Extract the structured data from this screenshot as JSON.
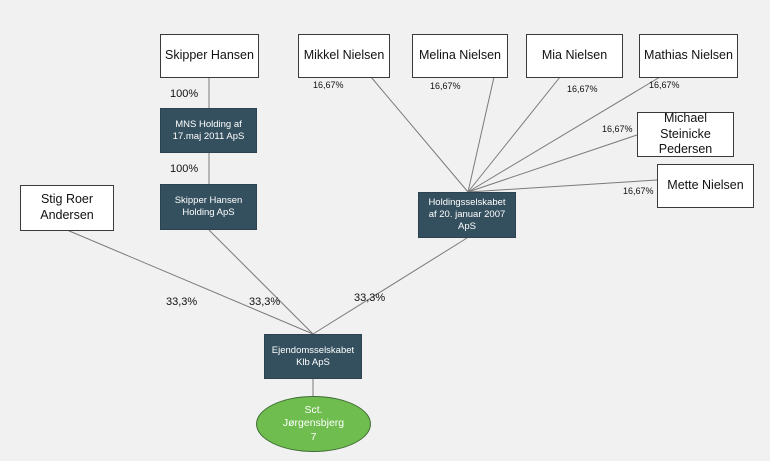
{
  "people": {
    "skipper_hansen": "Skipper Hansen",
    "mikkel_nielsen": "Mikkel Nielsen",
    "melina_nielsen": "Melina Nielsen",
    "mia_nielsen": "Mia Nielsen",
    "mathias_nielsen": "Mathias Nielsen",
    "michael_pedersen": "Michael\nSteinicke\nPedersen",
    "mette_nielsen": "Mette Nielsen",
    "stig_andersen": "Stig Roer\nAndersen"
  },
  "companies": {
    "mns_holding": "MNS Holding af\n17.maj 2011 ApS",
    "skipper_holding": "Skipper Hansen\nHolding ApS",
    "holdingselskabet": "Holdingsselskabet\naf 20. januar 2007\nApS",
    "ejendomsselskabet": "Ejendomsselskabet\nKlb ApS"
  },
  "property": {
    "label": "Sct.\nJørgensbjerg\n7"
  },
  "ownership": {
    "skipper_to_mns": "100%",
    "mns_to_skipper_holding": "100%",
    "mikkel": "16,67%",
    "melina": "16,67%",
    "mia": "16,67%",
    "mathias": "16,67%",
    "michael": "16,67%",
    "mette": "16,67%",
    "stig": "33,3%",
    "skipper_holding": "33,3%",
    "holdingselskabet": "33,3%"
  },
  "colors": {
    "company_fill": "#34505f",
    "property_fill": "#6fbd4f",
    "person_fill": "#ffffff",
    "connector": "#7a7a7a"
  }
}
